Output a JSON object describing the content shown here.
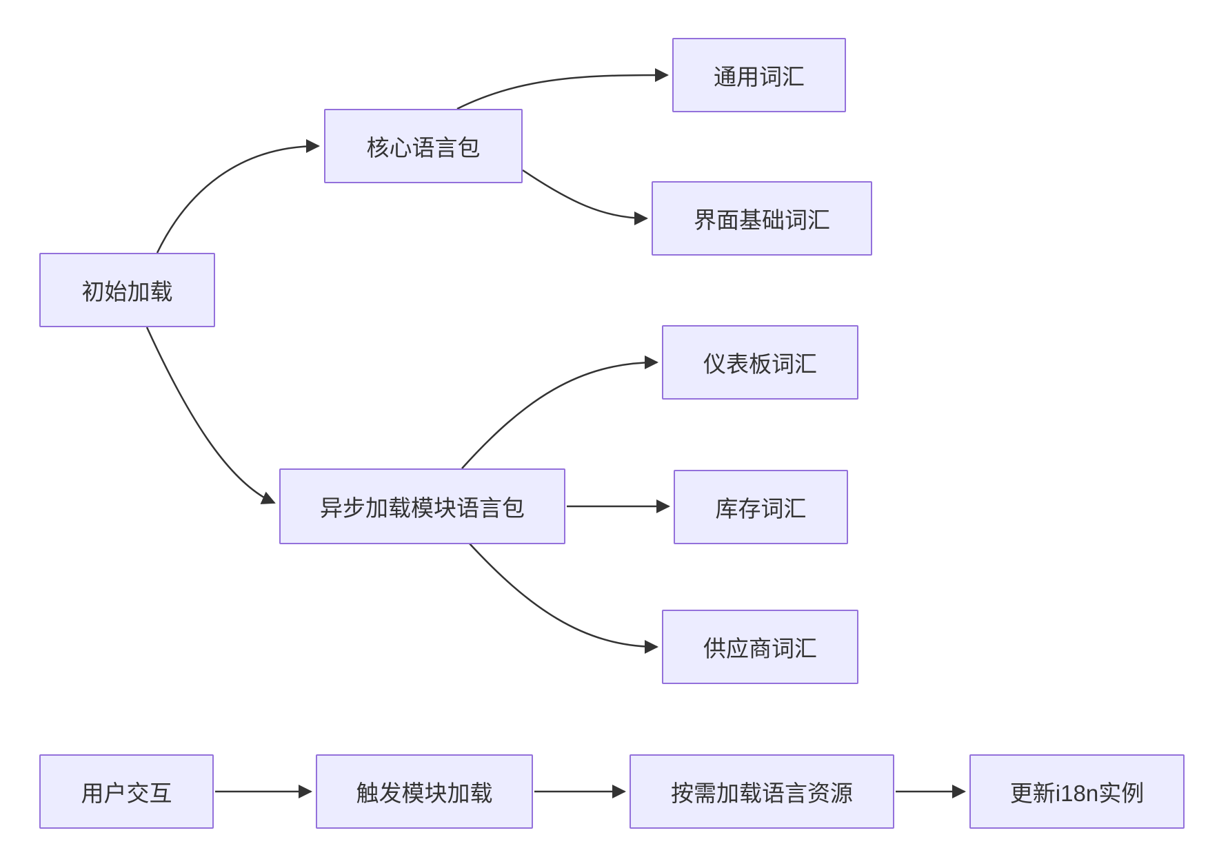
{
  "diagram": {
    "type": "flowchart",
    "background_color": "#ffffff",
    "node_fill_color": "#ECECFF",
    "node_border_color": "#9370DB",
    "edge_color": "#333333",
    "text_color": "#333333"
  },
  "nodes": [
    {
      "id": "initial-load",
      "label": "初始加载"
    },
    {
      "id": "core-language-pack",
      "label": "核心语言包"
    },
    {
      "id": "common-vocab",
      "label": "通用词汇"
    },
    {
      "id": "ui-base-vocab",
      "label": "界面基础词汇"
    },
    {
      "id": "async-module-pack",
      "label": "异步加载模块语言包"
    },
    {
      "id": "dashboard-vocab",
      "label": "仪表板词汇"
    },
    {
      "id": "inventory-vocab",
      "label": "库存词汇"
    },
    {
      "id": "supplier-vocab",
      "label": "供应商词汇"
    },
    {
      "id": "user-interaction",
      "label": "用户交互"
    },
    {
      "id": "trigger-module-load",
      "label": "触发模块加载"
    },
    {
      "id": "load-on-demand",
      "label": "按需加载语言资源"
    },
    {
      "id": "update-i18n",
      "label": "更新i18n实例"
    }
  ],
  "edges": [
    {
      "from": "initial-load",
      "to": "core-language-pack"
    },
    {
      "from": "initial-load",
      "to": "async-module-pack"
    },
    {
      "from": "core-language-pack",
      "to": "common-vocab"
    },
    {
      "from": "core-language-pack",
      "to": "ui-base-vocab"
    },
    {
      "from": "async-module-pack",
      "to": "dashboard-vocab"
    },
    {
      "from": "async-module-pack",
      "to": "inventory-vocab"
    },
    {
      "from": "async-module-pack",
      "to": "supplier-vocab"
    },
    {
      "from": "user-interaction",
      "to": "trigger-module-load"
    },
    {
      "from": "trigger-module-load",
      "to": "load-on-demand"
    },
    {
      "from": "load-on-demand",
      "to": "update-i18n"
    }
  ]
}
